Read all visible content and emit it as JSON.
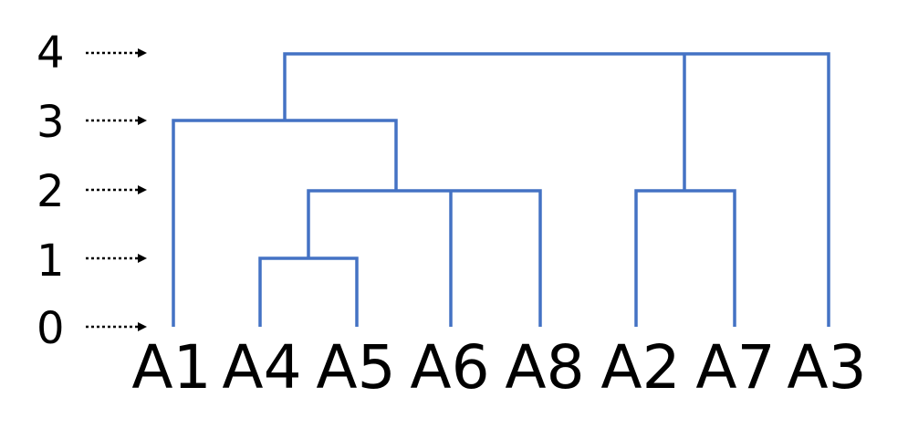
{
  "colors": {
    "branch": "#4472C4",
    "arrow": "#000000",
    "text": "#000000"
  },
  "levels": [
    "0",
    "1",
    "2",
    "3",
    "4"
  ],
  "leaves": [
    "A1",
    "A4",
    "A5",
    "A6",
    "A8",
    "A2",
    "A7",
    "A3"
  ]
}
